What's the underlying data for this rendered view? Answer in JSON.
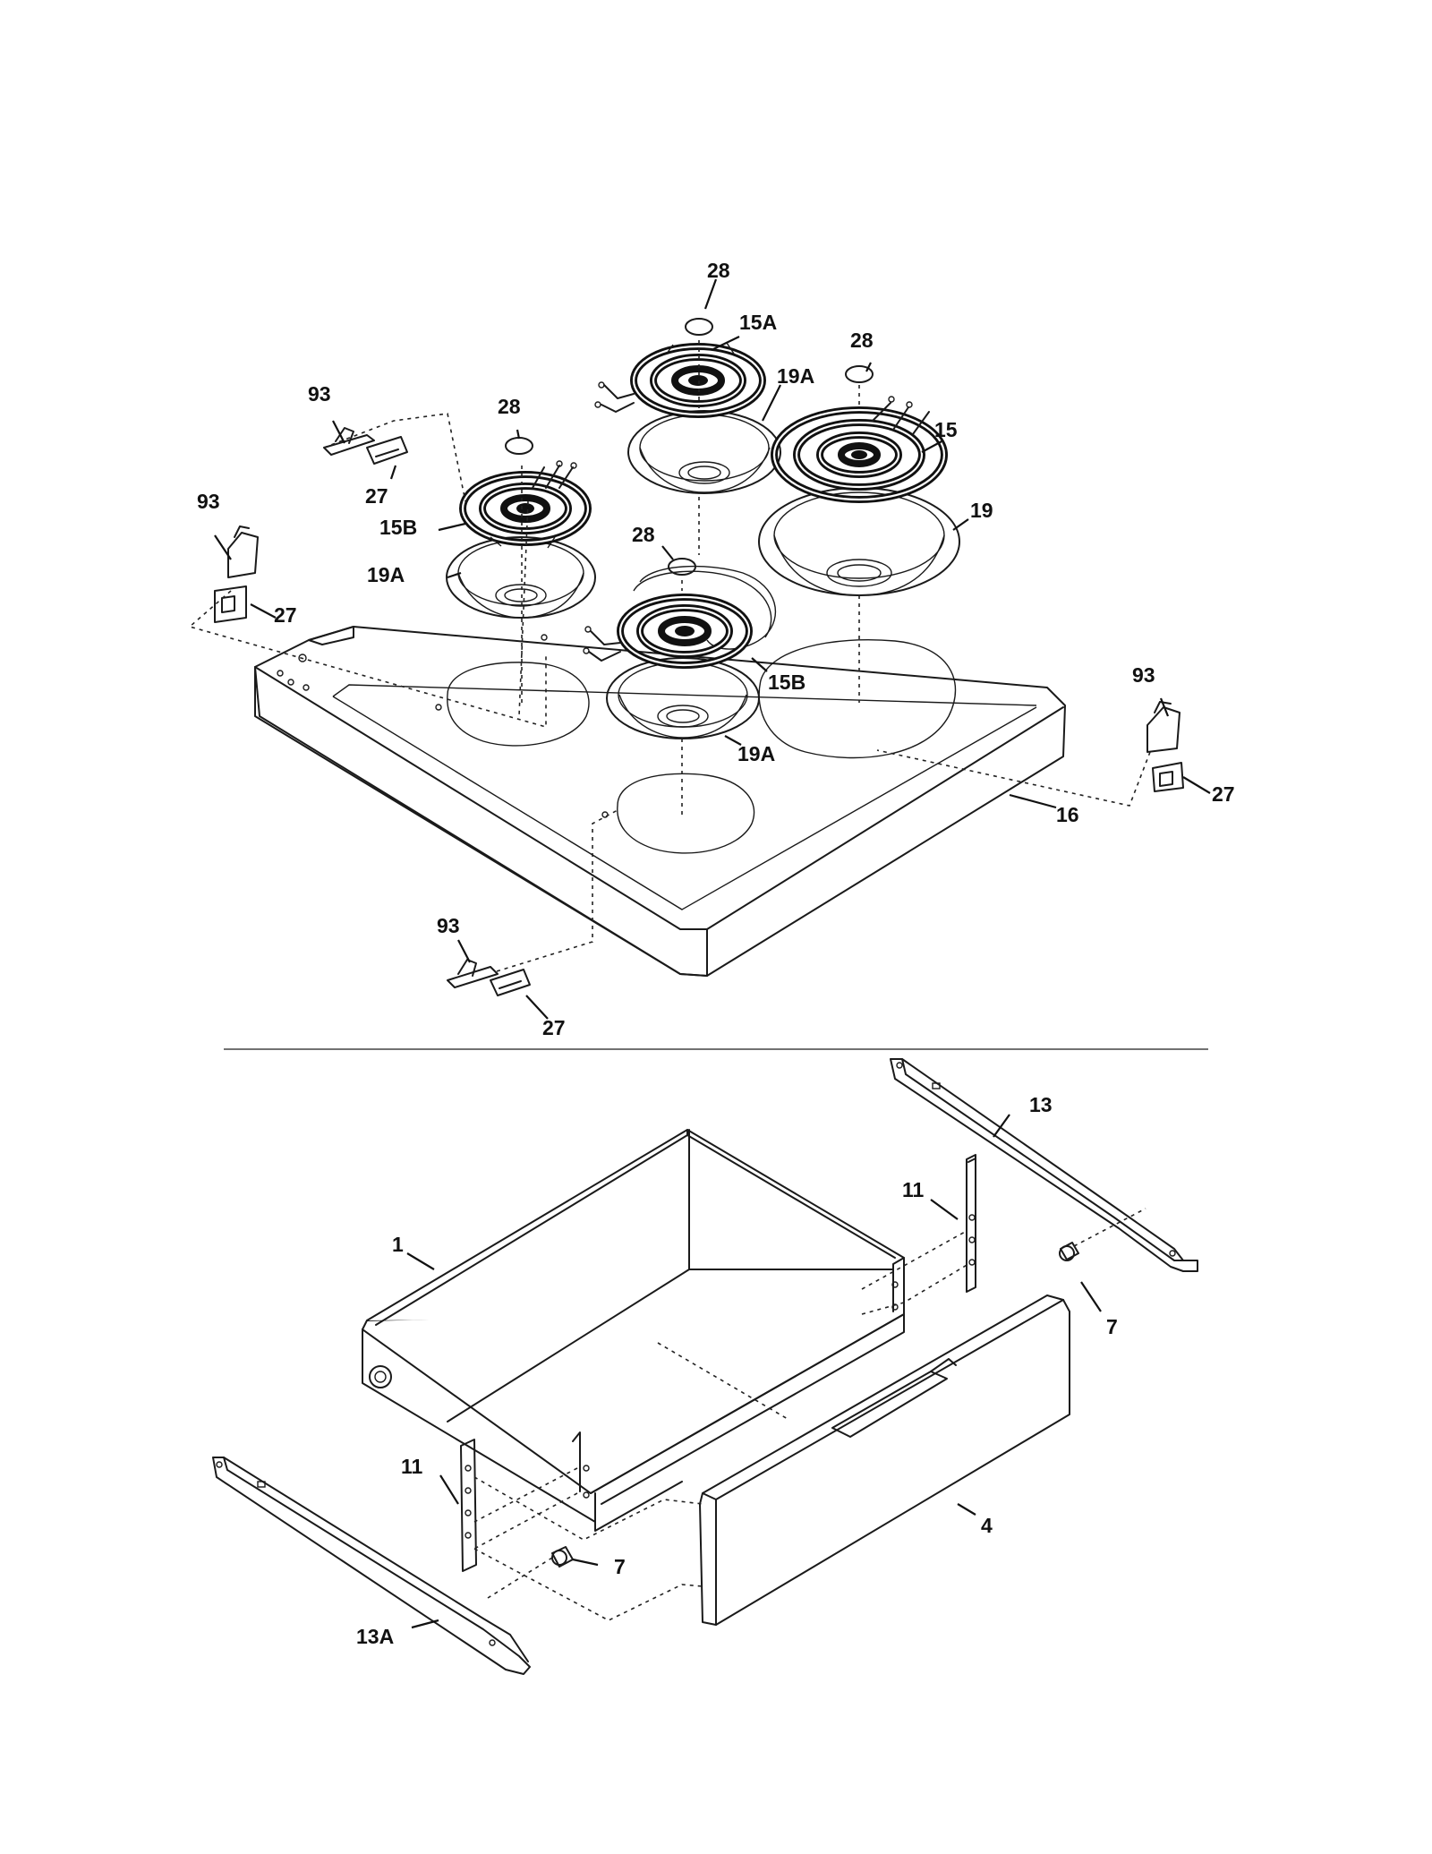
{
  "labels": {
    "l28_a": "28",
    "l15a": "15A",
    "l28_b": "28",
    "l19a_a": "19A",
    "l93_a": "93",
    "l28_c": "28",
    "l15": "15",
    "l27_a": "27",
    "l15b_a": "15B",
    "l19": "19",
    "l93_b": "93",
    "l19a_b": "19A",
    "l28_d": "28",
    "l27_b": "27",
    "l15b_b": "15B",
    "l93_c": "93",
    "l19a_c": "19A",
    "l27_c": "27",
    "l16": "16",
    "l93_d": "93",
    "l27_d": "27",
    "l13": "13",
    "l11_a": "11",
    "l1": "1",
    "l7_a": "7",
    "l11_b": "11",
    "l4": "4",
    "l7_b": "7",
    "l13a": "13A"
  }
}
